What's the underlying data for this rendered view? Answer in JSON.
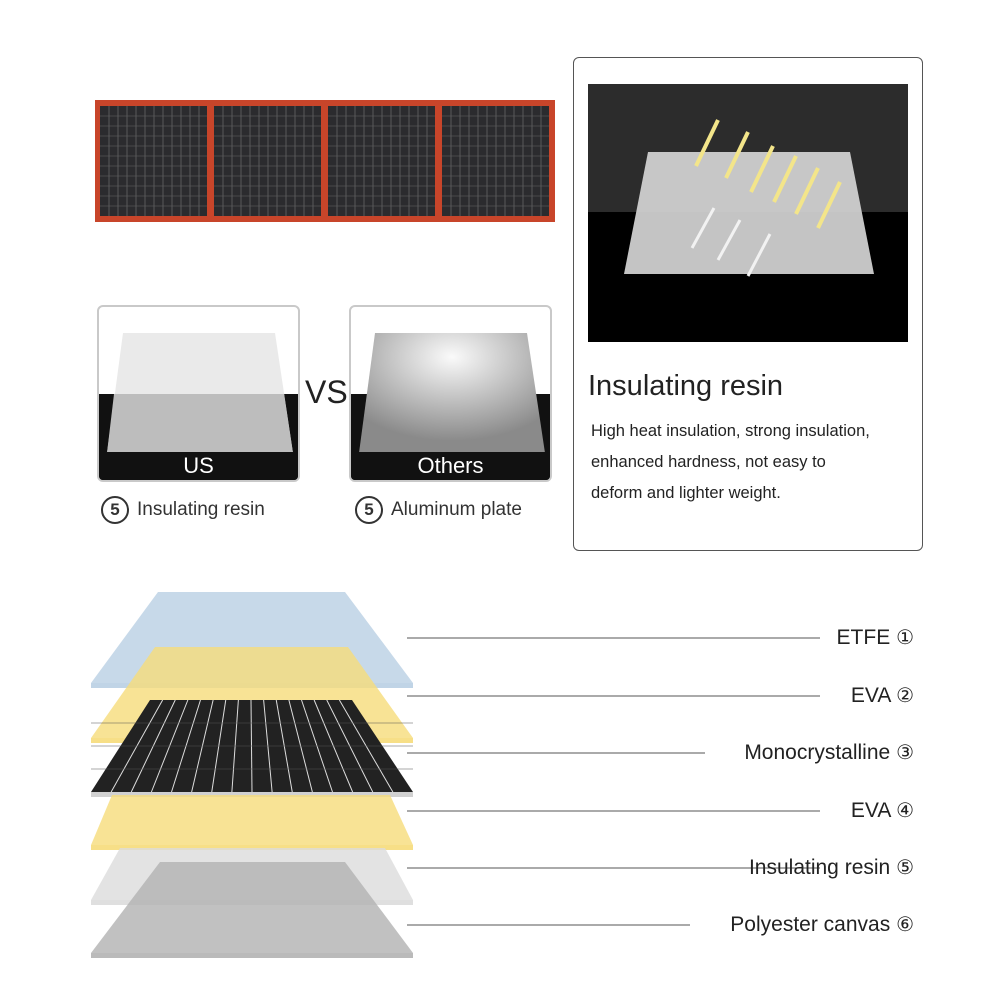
{
  "comparison": {
    "left_label": "US",
    "right_label": "Others",
    "vs_text": "VS",
    "left_caption": {
      "number": "5",
      "text": "Insulating resin"
    },
    "right_caption": {
      "number": "5",
      "text": "Aluminum plate"
    }
  },
  "feature_card": {
    "title": "Insulating resin",
    "description_lines": [
      "High heat insulation, strong insulation,",
      "enhanced hardness, not easy to",
      "deform and lighter weight."
    ]
  },
  "layers": [
    {
      "name": "ETFE",
      "number": "①",
      "color": "#b9cfe3"
    },
    {
      "name": "EVA",
      "number": "②",
      "color": "#f6dc7a"
    },
    {
      "name": "Monocrystalline",
      "number": "③",
      "color": "#222222"
    },
    {
      "name": "EVA",
      "number": "④",
      "color": "#f6dc7a"
    },
    {
      "name": "Insulating resin",
      "number": "⑤",
      "color": "#dcdcdc"
    },
    {
      "name": "Polyester canvas",
      "number": "⑥",
      "color": "#b2b2b2"
    }
  ],
  "colors": {
    "frame": "#c8452a",
    "panel": "#2b2b2e"
  }
}
